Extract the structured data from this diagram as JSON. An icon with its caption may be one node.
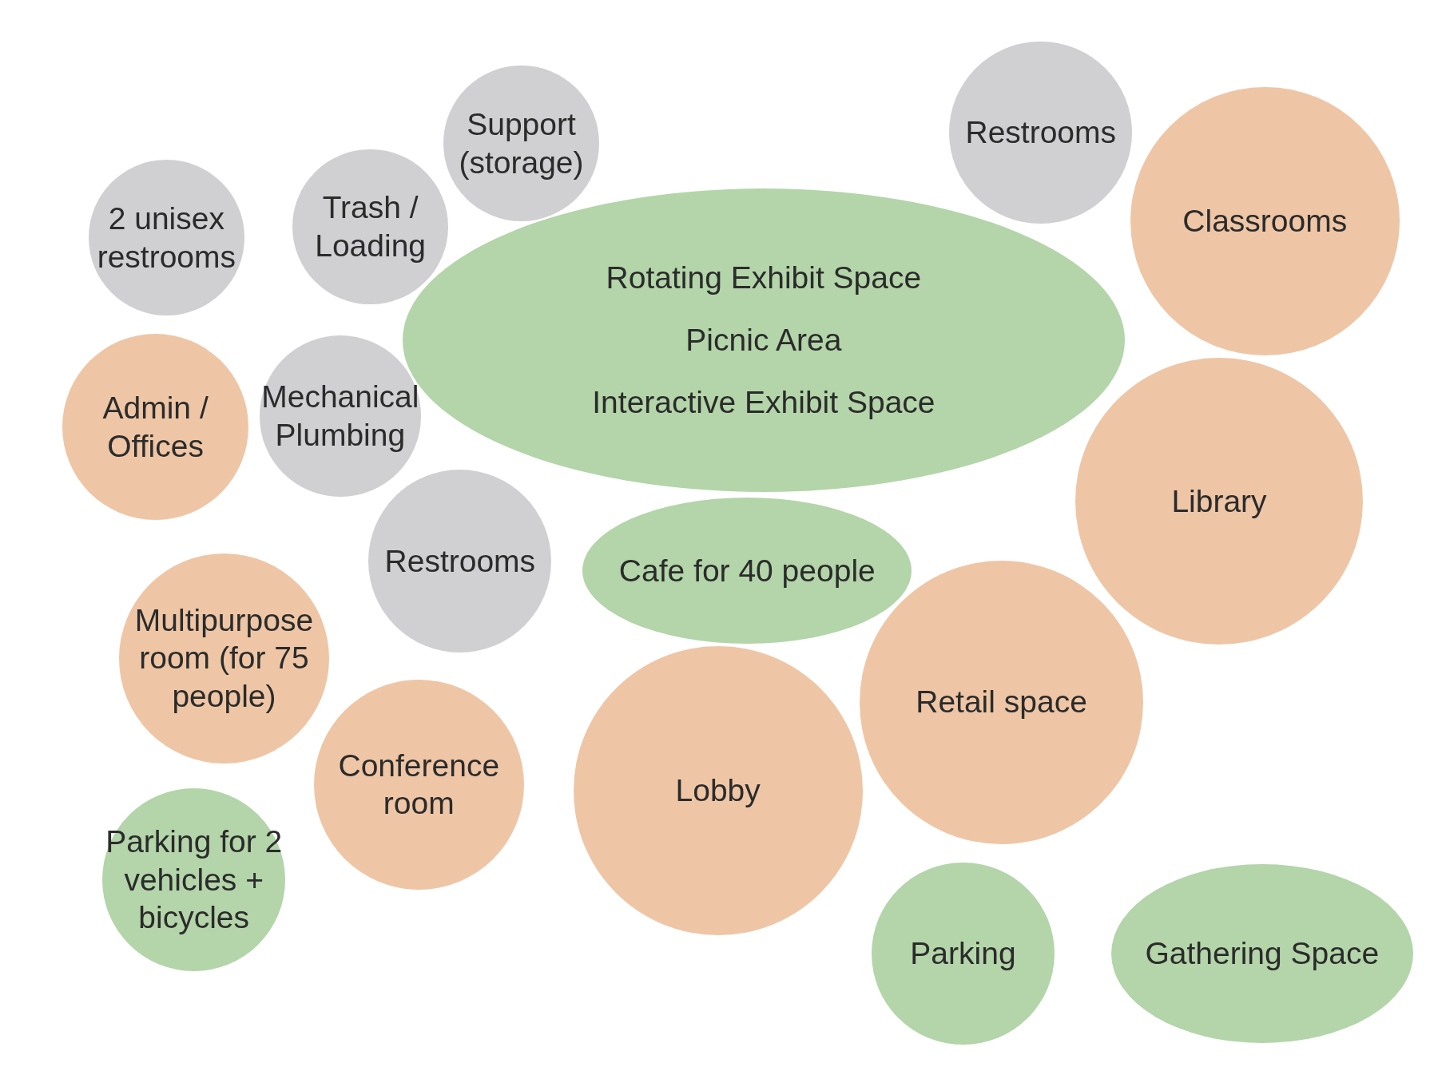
{
  "diagram": {
    "nodes": [
      {
        "text": [
          "Support (storage)"
        ]
      },
      {
        "text": [
          "Restrooms"
        ]
      },
      {
        "text": [
          "2 unisex restrooms"
        ]
      },
      {
        "text": [
          "Trash / Loading"
        ]
      },
      {
        "text": [
          "Classrooms"
        ]
      },
      {
        "text": [
          "Rotating Exhibit Space",
          "Picnic Area",
          "Interactive Exhibit Space"
        ]
      },
      {
        "text": [
          "Admin / Offices"
        ]
      },
      {
        "text": [
          "Mechanical Plumbing"
        ]
      },
      {
        "text": [
          "Library"
        ]
      },
      {
        "text": [
          "Restrooms"
        ]
      },
      {
        "text": [
          "Cafe for 40 people"
        ]
      },
      {
        "text": [
          "Multipurpose room (for 75 people)"
        ]
      },
      {
        "text": [
          "Retail space"
        ]
      },
      {
        "text": [
          "Conference room"
        ]
      },
      {
        "text": [
          "Lobby"
        ]
      },
      {
        "text": [
          "Parking for 2 vehicles + bicycles"
        ]
      },
      {
        "text": [
          "Parking"
        ]
      },
      {
        "text": [
          "Gathering Space"
        ]
      }
    ],
    "edges": []
  }
}
